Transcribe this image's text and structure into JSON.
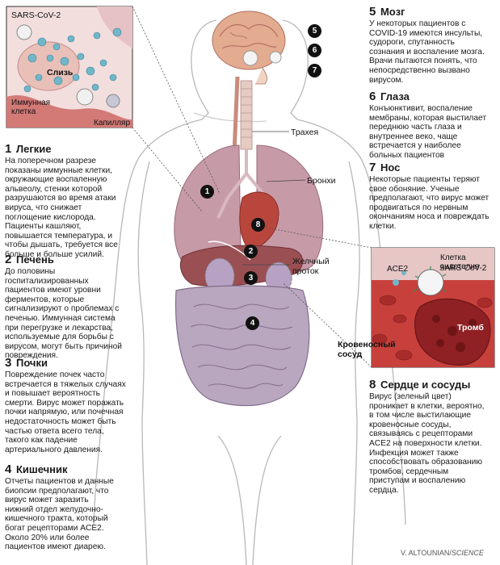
{
  "sections": {
    "s1": {
      "num": "1",
      "title": "Легкие",
      "body": "На поперечном разрезе показаны иммунные клетки, окружающие воспаленную альвеолу, стенки которой разрушаются во время атаки вируса, что снижает поглощение кислорода. Пациенты кашляют, повышается температура, и чтобы дышать, требуется все больше и больше усилий."
    },
    "s2": {
      "num": "2",
      "title": "Печень",
      "body": "До половины госпитализированных пациентов имеют уровни ферментов, которые сигнализируют о проблемах с печенью. Иммунная система при перегрузке и лекарства, используемые для борьбы с вирусом, могут быть причиной повреждения."
    },
    "s3": {
      "num": "3",
      "title": "Почки",
      "body": "Повреждение почек часто встречается в тяжелых случаях и повышает вероятность смерти. Вирус может поражать почки напрямую, или почечная недостаточность может быть частью ответа всего тела, такого как падение артериального давления."
    },
    "s4": {
      "num": "4",
      "title": "Кишечник",
      "body": "Отчеты пациентов и данные биопсии предполагают, что вирус может заразить нижний отдел желудочно-кишечного тракта, который богат рецепторами ACE2. Около 20% или более пациентов имеют диарею."
    },
    "s5": {
      "num": "5",
      "title": "Мозг",
      "body": "У некоторых пациентов с COVID-19 имеются инсульты, судороги, спутанность сознания и воспаление мозга. Врачи пытаются понять, что непосредственно вызвано вирусом."
    },
    "s6": {
      "num": "6",
      "title": "Глаза",
      "body": "Конъюнктивит, воспаление мембраны, которая выстилает переднюю часть глаза и внутреннее веко, чаще встречается у наиболее больных пациентов"
    },
    "s7": {
      "num": "7",
      "title": "Нос",
      "body": "Некоторые пациенты теряют свое обоняние. Ученые предполагают, что вирус может продвигаться по нервным окончаниям носа и повреждать клетки."
    },
    "s8": {
      "num": "8",
      "title": "Сердце и сосуды",
      "body": "Вирус (зеленый цвет) проникает в клетки, вероятно, в том числе выстилающие кровеносные сосуды, связываясь с рецепторами ACE2 на поверхности клетки. Инфекция может также способствовать образованию тромбов, сердечным приступам и воспалению сердца."
    }
  },
  "inset_lung": {
    "virus": "SARS-CoV-2",
    "mucus": "Слизь",
    "immune_cell": "Иммунная клетка",
    "capillary": "Капилляр"
  },
  "inset_vessel": {
    "endothelial_cell": "Клетка эндотелия",
    "ace2": "ACE2",
    "virus": "SARS-CoV-2",
    "clot": "Тромб",
    "vessel": "Кровеносный сосуд"
  },
  "organ_labels": {
    "trachea": "Трахея",
    "bronchi": "Бронхи",
    "bile_duct": "Желчный проток"
  },
  "callouts": {
    "c1": "1",
    "c2": "2",
    "c3": "3",
    "c4": "4",
    "c5": "5",
    "c6": "6",
    "c7": "7",
    "c8": "8"
  },
  "credit": {
    "author": "V. ALTOUNIAN/",
    "source": "SCIENCE"
  },
  "colors": {
    "lung": "#c79aa8",
    "liver": "#8f4a4a",
    "intestine": "#b9a7c0",
    "blood": "#b5322e",
    "virus": "#6fb7c9",
    "brain": "#e0a98e"
  }
}
